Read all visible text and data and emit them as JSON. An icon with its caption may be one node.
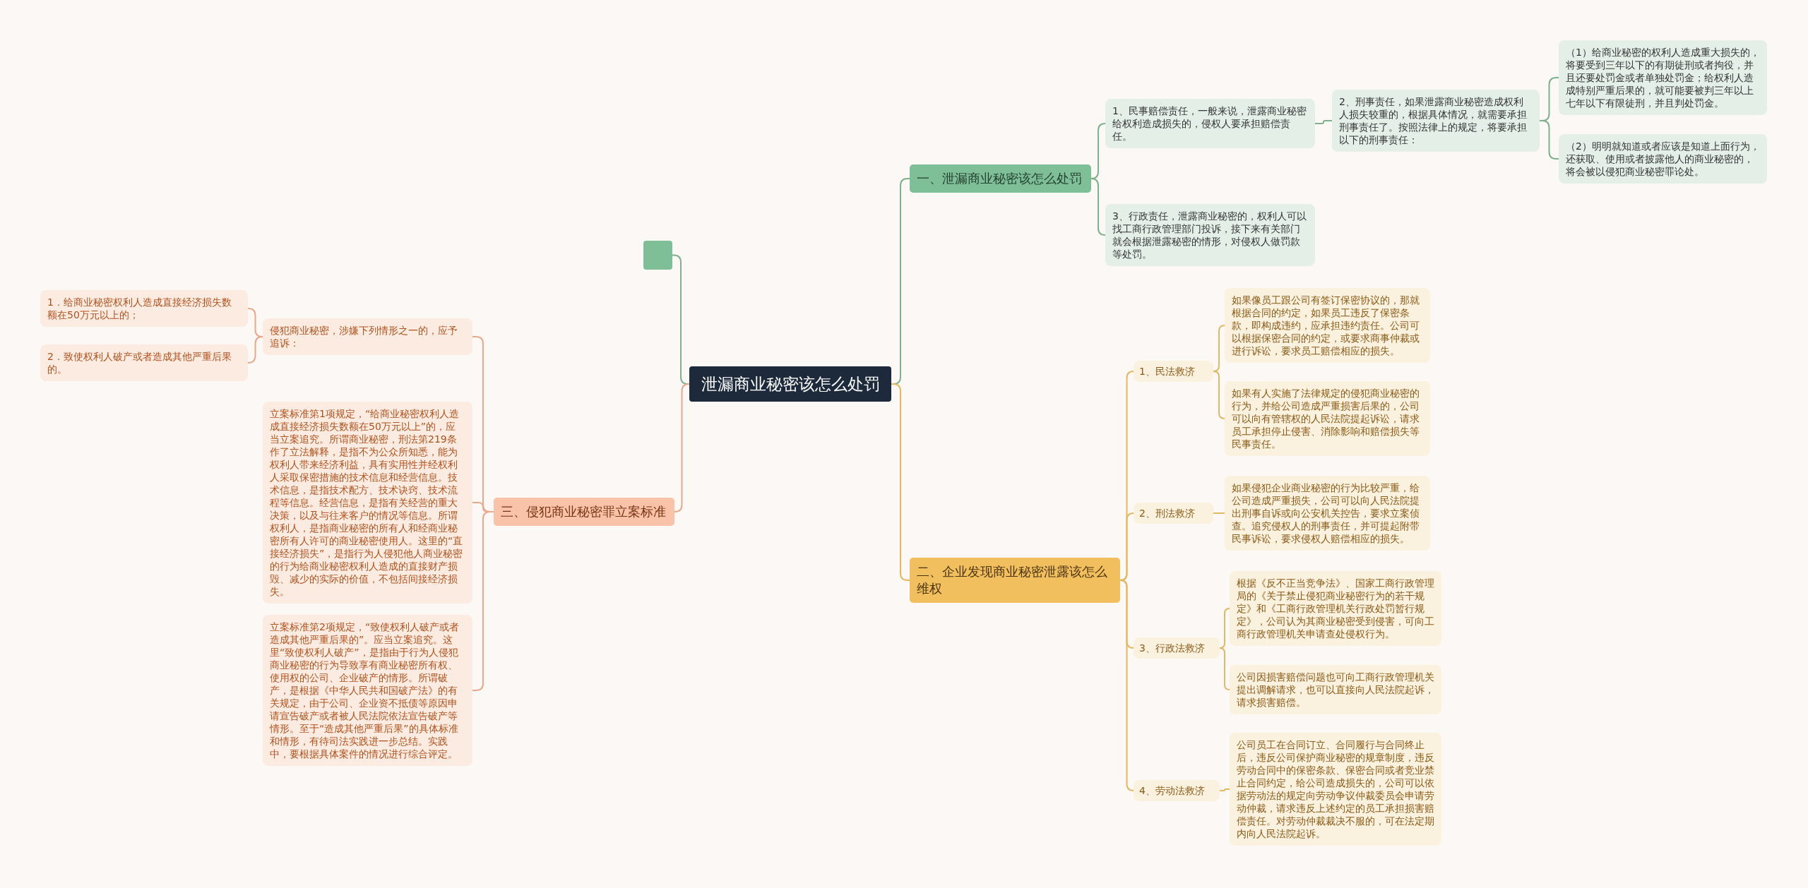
{
  "diagram": {
    "nodes": [
      {
        "text": [
          "泄漏商业秘密该怎么处罚"
        ]
      },
      {
        "text": [
          "一、泄漏商业秘密该怎么处罚"
        ]
      },
      {
        "text": [
          "1、民事赔偿责任，一般来说，泄露商业秘密给权利造成损失的，侵权人要承担赔偿责任。"
        ]
      },
      {
        "text": [
          "2、刑事责任，如果泄露商业秘密造成权利人损失较重的，根据具体情况，就需要承担刑事责任了。按照法律上的规定，将要承担以下的刑事责任："
        ]
      },
      {
        "text": [
          "（1）给商业秘密的权利人造成重大损失的，将要受到三年以下的有期徒刑或者拘役，并且还要处罚金或者单独处罚金；给权利人造成特别严重后果的，就可能要被判三年以上七年以下有限徒刑，并且判处罚金。"
        ]
      },
      {
        "text": [
          "（2）明明就知道或者应该是知道上面行为，还获取、使用或者披露他人的商业秘密的，将会被以侵犯商业秘密罪论处。"
        ]
      },
      {
        "text": [
          "3、行政责任，泄露商业秘密的，权利人可以找工商行政管理部门投诉，接下来有关部门就会根据泄露秘密的情形，对侵权人做罚款等处罚。"
        ]
      },
      {
        "text": [
          "二、企业发现商业秘密泄露该怎么维权"
        ]
      },
      {
        "text": [
          "1、民法救济"
        ]
      },
      {
        "text": [
          "如果像员工跟公司有签订保密协议的，那就根据合同的约定，如果员工违反了保密条款，即构成违约，应承担违约责任。公司可以根据保密合同的约定，或要求商事仲裁或进行诉讼，要求员工赔偿相应的损失。"
        ]
      },
      {
        "text": [
          "如果有人实施了法律规定的侵犯商业秘密的行为，并给公司造成严重损害后果的，公司可以向有管辖权的人民法院提起诉讼，请求员工承担停止侵害、消除影响和赔偿损失等民事责任。"
        ]
      },
      {
        "text": [
          "2、刑法救济"
        ]
      },
      {
        "text": [
          "如果侵犯企业商业秘密的行为比较严重，给公司造成严重损失，公司可以向人民法院提出刑事自诉或向公安机关控告，要求立案侦查。追究侵权人的刑事责任，并可提起附带民事诉讼，要求侵权人赔偿相应的损失。"
        ]
      },
      {
        "text": [
          "3、行政法救济"
        ]
      },
      {
        "text": [
          "根据《反不正当竞争法》、国家工商行政管理局的《关于禁止侵犯商业秘密行为的若干规定》和《工商行政管理机关行政处罚暂行规定》，公司认为其商业秘密受到侵害，可向工商行政管理机关申请查处侵权行为。"
        ]
      },
      {
        "text": [
          "公司因损害赔偿问题也可向工商行政管理机关提出调解请求，也可以直接向人民法院起诉，请求损害赔偿。"
        ]
      },
      {
        "text": [
          "4、劳动法救济"
        ]
      },
      {
        "text": [
          "公司员工在合同订立、合同履行与合同终止后，违反公司保护商业秘密的规章制度，违反劳动合同中的保密条款、保密合同或者竞业禁止合同约定，给公司造成损失的，公司可以依据劳动法的规定向劳动争议仲裁委员会申请劳动仲裁，请求违反上述约定的员工承担损害赔偿责任。对劳动仲裁裁决不服的，可在法定期内向人民法院起诉。"
        ]
      },
      {
        "text": [],
        "shape": "box"
      },
      {
        "text": [
          "三、侵犯商业秘密罪立案标准"
        ]
      },
      {
        "text": [
          "侵犯商业秘密，涉嫌下列情形之一的，应予追诉："
        ]
      },
      {
        "text": [
          "1．给商业秘密权利人造成直接经济损失数额在50万元以上的；"
        ]
      },
      {
        "text": [
          "2．致使权利人破产或者造成其他严重后果的。"
        ]
      },
      {
        "text": [
          "立案标准第1项规定，“给商业秘密权利人造成直接经济损失数额在50万元以上”的，应当立案追究。所谓商业秘密，刑法第219条作了立法解释，是指不为公众所知悉，能为权利人带来经济利益，具有实用性并经权利人采取保密措施的技术信息和经营信息。技术信息，是指技术配方、技术诀窍、技术流程等信息。经营信息，是指有关经营的重大决策，以及与往来客户的情况等信息。所谓权利人，是指商业秘密的所有人和经商业秘密所有人许可的商业秘密使用人。这里的“直接经济损失”，是指行为人侵犯他人商业秘密的行为给商业秘密权利人造成的直接财产损毁、减少的实际的价值，不包括间接经济损失。"
        ]
      },
      {
        "text": [
          "立案标准第2项规定，“致使权利人破产或者造成其他严重后果的”。应当立案追究。这里“致使权利人破产”，是指由于行为人侵犯商业秘密的行为导致享有商业秘密所有权、使用权的公司、企业破产的情形。所谓破产，是根据《中华人民共和国破产法》的有关规定，由于公司、企业资不抵债等原因申请宣告破产或者被人民法院依法宣告破产等情形。至于“造成其他严重后果”的具体标准和情形，有待司法实践进一步总结。实践中，要根据具体案件的情况进行综合评定。"
        ]
      }
    ],
    "edges": [
      {
        "from": 0,
        "to": 1,
        "arrow": "none",
        "color": "#7fb08e"
      },
      {
        "from": 1,
        "to": 2,
        "arrow": "none",
        "color": "#7fb08e"
      },
      {
        "from": 2,
        "to": 3,
        "arrow": "none",
        "color": "#7fb08e"
      },
      {
        "from": 3,
        "to": 4,
        "arrow": "none",
        "color": "#7fb08e"
      },
      {
        "from": 3,
        "to": 5,
        "arrow": "none",
        "color": "#7fb08e"
      },
      {
        "from": 1,
        "to": 6,
        "arrow": "none",
        "color": "#7fb08e"
      },
      {
        "from": 0,
        "to": 7,
        "arrow": "none"
      },
      {
        "from": 7,
        "to": 8,
        "arrow": "none"
      },
      {
        "from": 8,
        "to": 9,
        "arrow": "none"
      },
      {
        "from": 8,
        "to": 10,
        "arrow": "none"
      },
      {
        "from": 7,
        "to": 11,
        "arrow": "none"
      },
      {
        "from": 11,
        "to": 12,
        "arrow": "none"
      },
      {
        "from": 7,
        "to": 13,
        "arrow": "none"
      },
      {
        "from": 13,
        "to": 14,
        "arrow": "none"
      },
      {
        "from": 13,
        "to": 15,
        "arrow": "none"
      },
      {
        "from": 7,
        "to": 16,
        "arrow": "none"
      },
      {
        "from": 16,
        "to": 17,
        "arrow": "none"
      },
      {
        "from": 0,
        "to": 18,
        "arrow": "none",
        "color": "#7fb08e"
      },
      {
        "from": 0,
        "to": 19,
        "arrow": "none",
        "color": "#eaa88a"
      },
      {
        "from": 19,
        "to": 20,
        "arrow": "none",
        "color": "#eaa88a"
      },
      {
        "from": 20,
        "to": 21,
        "arrow": "none",
        "color": "#eaa88a"
      },
      {
        "from": 20,
        "to": 22,
        "arrow": "none",
        "color": "#eaa88a"
      },
      {
        "from": 19,
        "to": 23,
        "arrow": "none",
        "color": "#eaa88a"
      },
      {
        "from": 19,
        "to": 24,
        "arrow": "none",
        "color": "#eaa88a"
      }
    ]
  }
}
